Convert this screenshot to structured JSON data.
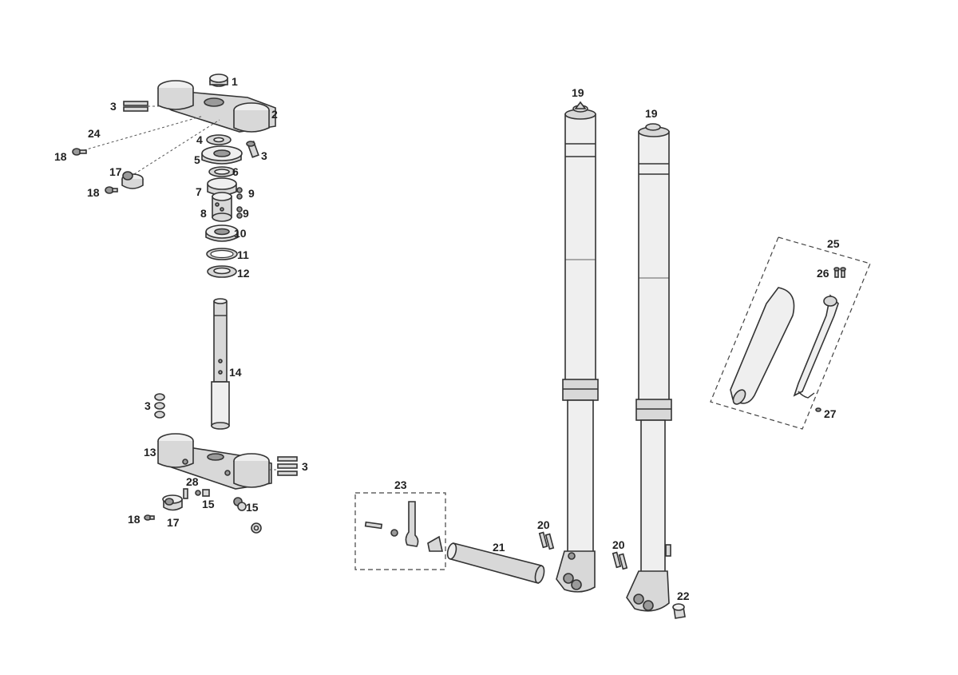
{
  "labels": {
    "p1": "1",
    "p2": "2",
    "p3a": "3",
    "p3b": "3",
    "p3c": "3",
    "p3d": "3",
    "p4": "4",
    "p5": "5",
    "p6": "6",
    "p7": "7",
    "p8": "8",
    "p9a": "9",
    "p9b": "9",
    "p10": "10",
    "p11": "11",
    "p12": "12",
    "p13": "13",
    "p14": "14",
    "p15a": "15",
    "p15b": "15",
    "p17a": "17",
    "p17b": "17",
    "p18a": "18",
    "p18b": "18",
    "p18c": "18",
    "p19a": "19",
    "p19b": "19",
    "p20a": "20",
    "p20b": "20",
    "p21": "21",
    "p22": "22",
    "p23": "23",
    "p24": "24",
    "p25": "25",
    "p26": "26",
    "p27": "27",
    "p28": "28"
  }
}
